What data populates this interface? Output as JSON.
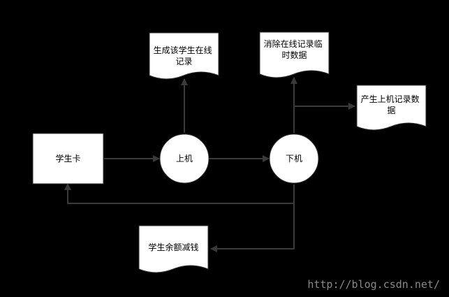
{
  "nodes": {
    "student_card": "学生卡",
    "log_on": "上机",
    "log_off": "下机",
    "gen_online_record": [
      "生成该学生在线",
      "记录"
    ],
    "del_online_record": [
      "消除在线记录临",
      "时数据"
    ],
    "gen_logon_record": [
      "产生上机记录数",
      "据"
    ],
    "balance_deduct": "学生余额减钱"
  },
  "watermark": "http://blog.csdn.net/",
  "colors": {
    "background": "#000000",
    "node_fill": "#ffffff",
    "line": "#3a3a3a",
    "text": "#000000"
  }
}
